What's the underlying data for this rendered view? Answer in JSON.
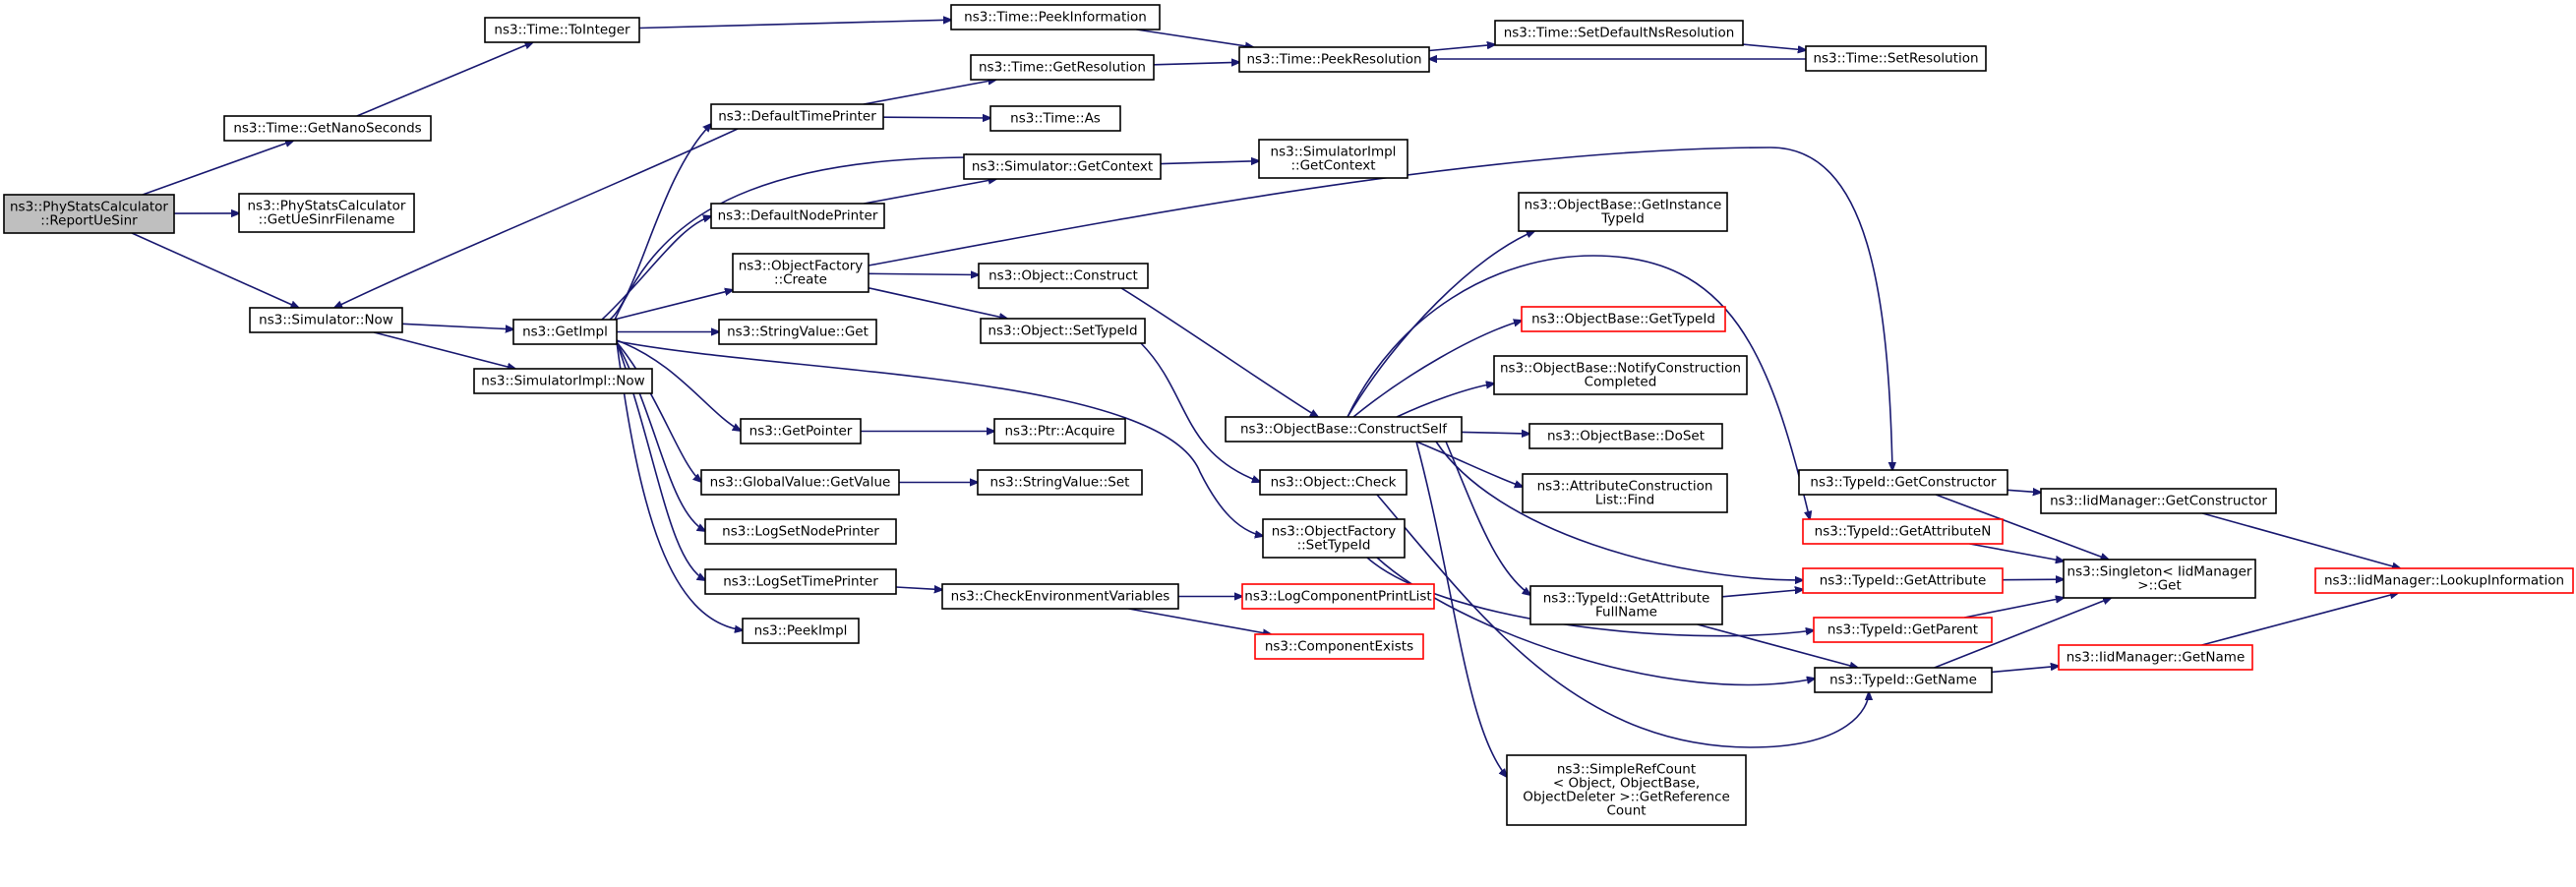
{
  "graph": {
    "root": "n_report",
    "nodes": [
      {
        "id": "n_report",
        "lines": [
          "ns3::PhyStatsCalculator",
          "::ReportUeSinr"
        ],
        "style": "root"
      },
      {
        "id": "n_getnano",
        "lines": [
          "ns3::Time::GetNanoSeconds"
        ],
        "style": "normal"
      },
      {
        "id": "n_getfile",
        "lines": [
          "ns3::PhyStatsCalculator",
          "::GetUeSinrFilename"
        ],
        "style": "normal"
      },
      {
        "id": "n_simnow",
        "lines": [
          "ns3::Simulator::Now"
        ],
        "style": "normal"
      },
      {
        "id": "n_tointeger",
        "lines": [
          "ns3::Time::ToInteger"
        ],
        "style": "normal"
      },
      {
        "id": "n_peekinfo",
        "lines": [
          "ns3::Time::PeekInformation"
        ],
        "style": "normal"
      },
      {
        "id": "n_peekres",
        "lines": [
          "ns3::Time::PeekResolution"
        ],
        "style": "normal"
      },
      {
        "id": "n_setdefns",
        "lines": [
          "ns3::Time::SetDefaultNsResolution"
        ],
        "style": "normal"
      },
      {
        "id": "n_setres",
        "lines": [
          "ns3::Time::SetResolution"
        ],
        "style": "normal"
      },
      {
        "id": "n_getres",
        "lines": [
          "ns3::Time::GetResolution"
        ],
        "style": "normal"
      },
      {
        "id": "n_deftp",
        "lines": [
          "ns3::DefaultTimePrinter"
        ],
        "style": "normal"
      },
      {
        "id": "n_timeas",
        "lines": [
          "ns3::Time::As"
        ],
        "style": "normal"
      },
      {
        "id": "n_simctx",
        "lines": [
          "ns3::Simulator::GetContext"
        ],
        "style": "normal"
      },
      {
        "id": "n_simimplctx",
        "lines": [
          "ns3::SimulatorImpl",
          "::GetContext"
        ],
        "style": "normal"
      },
      {
        "id": "n_defnp",
        "lines": [
          "ns3::DefaultNodePrinter"
        ],
        "style": "normal"
      },
      {
        "id": "n_ofcreate",
        "lines": [
          "ns3::ObjectFactory",
          "::Create"
        ],
        "style": "normal"
      },
      {
        "id": "n_objconstruct",
        "lines": [
          "ns3::Object::Construct"
        ],
        "style": "normal"
      },
      {
        "id": "n_objsettypeid",
        "lines": [
          "ns3::Object::SetTypeId"
        ],
        "style": "normal"
      },
      {
        "id": "n_getimpl",
        "lines": [
          "ns3::GetImpl"
        ],
        "style": "normal"
      },
      {
        "id": "n_strvalget",
        "lines": [
          "ns3::StringValue::Get"
        ],
        "style": "normal"
      },
      {
        "id": "n_simimplnow",
        "lines": [
          "ns3::SimulatorImpl::Now"
        ],
        "style": "normal"
      },
      {
        "id": "n_getpointer",
        "lines": [
          "ns3::GetPointer"
        ],
        "style": "normal"
      },
      {
        "id": "n_ptracquire",
        "lines": [
          "ns3::Ptr::Acquire"
        ],
        "style": "normal"
      },
      {
        "id": "n_gvgetvalue",
        "lines": [
          "ns3::GlobalValue::GetValue"
        ],
        "style": "normal"
      },
      {
        "id": "n_strvalset",
        "lines": [
          "ns3::StringValue::Set"
        ],
        "style": "normal"
      },
      {
        "id": "n_logsetnp",
        "lines": [
          "ns3::LogSetNodePrinter"
        ],
        "style": "normal"
      },
      {
        "id": "n_logsettp",
        "lines": [
          "ns3::LogSetTimePrinter"
        ],
        "style": "normal"
      },
      {
        "id": "n_checkenv",
        "lines": [
          "ns3::CheckEnvironmentVariables"
        ],
        "style": "normal"
      },
      {
        "id": "n_logcpl",
        "lines": [
          "ns3::LogComponentPrintList"
        ],
        "style": "red"
      },
      {
        "id": "n_compexists",
        "lines": [
          "ns3::ComponentExists"
        ],
        "style": "red"
      },
      {
        "id": "n_peekimpl",
        "lines": [
          "ns3::PeekImpl"
        ],
        "style": "normal"
      },
      {
        "id": "n_obgetinst",
        "lines": [
          "ns3::ObjectBase::GetInstance",
          "TypeId"
        ],
        "style": "normal"
      },
      {
        "id": "n_obgettypeid",
        "lines": [
          "ns3::ObjectBase::GetTypeId"
        ],
        "style": "red"
      },
      {
        "id": "n_obnotify",
        "lines": [
          "ns3::ObjectBase::NotifyConstruction",
          "Completed"
        ],
        "style": "normal"
      },
      {
        "id": "n_obconstructself",
        "lines": [
          "ns3::ObjectBase::ConstructSelf"
        ],
        "style": "normal"
      },
      {
        "id": "n_obdoset",
        "lines": [
          "ns3::ObjectBase::DoSet"
        ],
        "style": "normal"
      },
      {
        "id": "n_acfind",
        "lines": [
          "ns3::AttributeConstruction",
          "List::Find"
        ],
        "style": "normal"
      },
      {
        "id": "n_objcheck",
        "lines": [
          "ns3::Object::Check"
        ],
        "style": "normal"
      },
      {
        "id": "n_ofsettypeid",
        "lines": [
          "ns3::ObjectFactory",
          "::SetTypeId"
        ],
        "style": "normal"
      },
      {
        "id": "n_tigetattrfull",
        "lines": [
          "ns3::TypeId::GetAttribute",
          "FullName"
        ],
        "style": "normal"
      },
      {
        "id": "n_simplerefcount",
        "lines": [
          "ns3::SimpleRefCount",
          "< Object, ObjectBase,",
          "ObjectDeleter >::GetReference",
          "Count"
        ],
        "style": "normal"
      },
      {
        "id": "n_tigetconstructor",
        "lines": [
          "ns3::TypeId::GetConstructor"
        ],
        "style": "normal"
      },
      {
        "id": "n_tigetattrn",
        "lines": [
          "ns3::TypeId::GetAttributeN"
        ],
        "style": "red"
      },
      {
        "id": "n_tigetattr",
        "lines": [
          "ns3::TypeId::GetAttribute"
        ],
        "style": "red"
      },
      {
        "id": "n_tigetparent",
        "lines": [
          "ns3::TypeId::GetParent"
        ],
        "style": "red"
      },
      {
        "id": "n_tigetname",
        "lines": [
          "ns3::TypeId::GetName"
        ],
        "style": "normal"
      },
      {
        "id": "n_iidgetconstructor",
        "lines": [
          "ns3::IidManager::GetConstructor"
        ],
        "style": "normal"
      },
      {
        "id": "n_singleton",
        "lines": [
          "ns3::Singleton< IidManager",
          ">::Get"
        ],
        "style": "normal"
      },
      {
        "id": "n_iidgetname",
        "lines": [
          "ns3::IidManager::GetName"
        ],
        "style": "red"
      },
      {
        "id": "n_iidlookup",
        "lines": [
          "ns3::IidManager::LookupInformation"
        ],
        "style": "red"
      }
    ]
  }
}
